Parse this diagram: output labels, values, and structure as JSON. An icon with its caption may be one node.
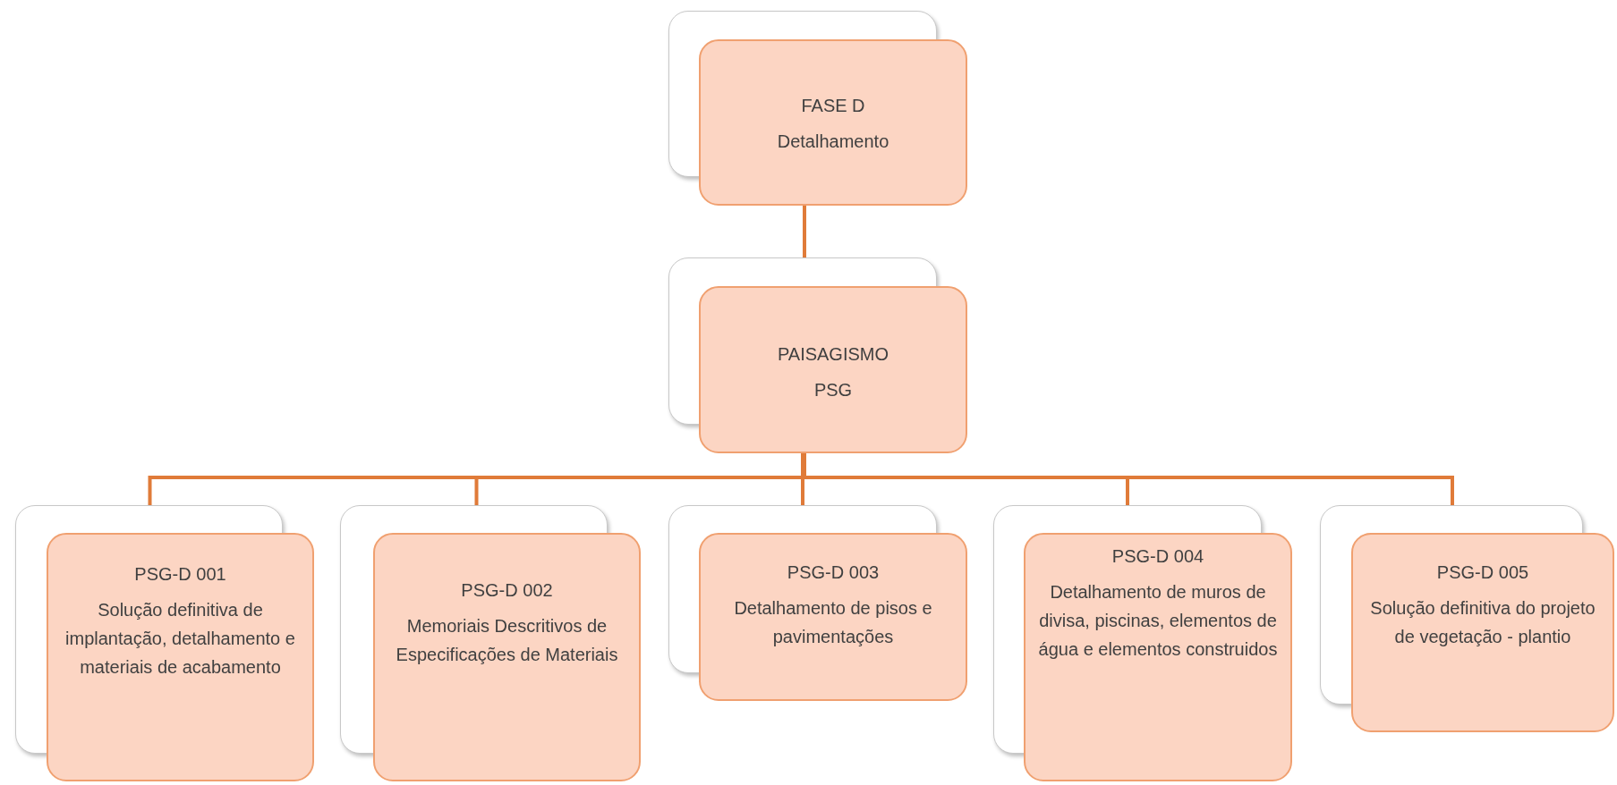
{
  "diagram": {
    "nodes": [
      {
        "text": [
          "FASE D",
          "Detalhamento"
        ]
      },
      {
        "text": [
          "PAISAGISMO",
          "PSG"
        ]
      },
      {
        "text": [
          "PSG-D 001",
          "Solução definitiva de implantação, detalhamento e materiais de acabamento"
        ]
      },
      {
        "text": [
          "PSG-D 002",
          "Memoriais Descritivos de Especificações de Materiais"
        ]
      },
      {
        "text": [
          "PSG-D 003",
          "Detalhamento de pisos e pavimentações"
        ]
      },
      {
        "text": [
          "PSG-D 004",
          "Detalhamento de muros de divisa, piscinas, elementos de água e elementos construidos"
        ]
      },
      {
        "text": [
          "PSG-D 005",
          "Solução definitiva do projeto de vegetação - plantio"
        ]
      }
    ],
    "edges": [
      {
        "from": 0,
        "to": 1,
        "arrow": "none"
      },
      {
        "from": 1,
        "to": 2,
        "arrow": "none"
      },
      {
        "from": 1,
        "to": 3,
        "arrow": "none"
      },
      {
        "from": 1,
        "to": 4,
        "arrow": "none"
      },
      {
        "from": 1,
        "to": 5,
        "arrow": "none"
      },
      {
        "from": 1,
        "to": 6,
        "arrow": "none"
      }
    ]
  }
}
